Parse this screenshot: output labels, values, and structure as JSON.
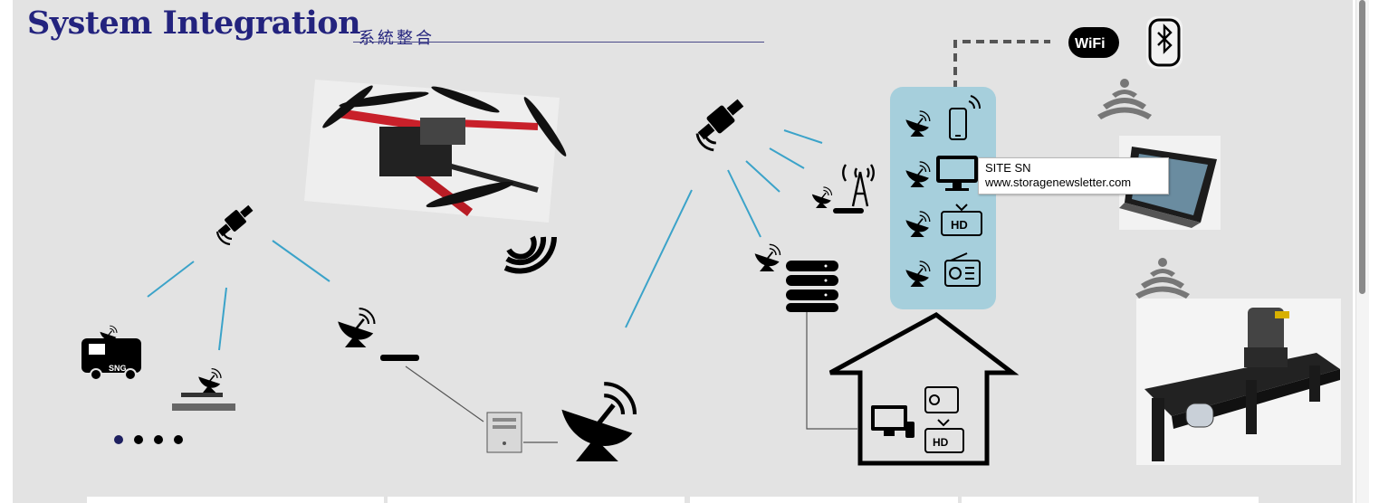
{
  "header": {
    "title": "System Integration",
    "subtitle": "系統整合"
  },
  "diagram": {
    "van_label": "SNG",
    "wifi_label": "WiFi",
    "hd_label": "HD"
  },
  "tooltip": {
    "line1": "SITE SN",
    "line2": "www.storagenewsletter.com"
  },
  "colors": {
    "title": "#23237e",
    "link_line": "#3ba3c9",
    "panel": "#a6cfdc",
    "background": "#e3e3e3"
  }
}
